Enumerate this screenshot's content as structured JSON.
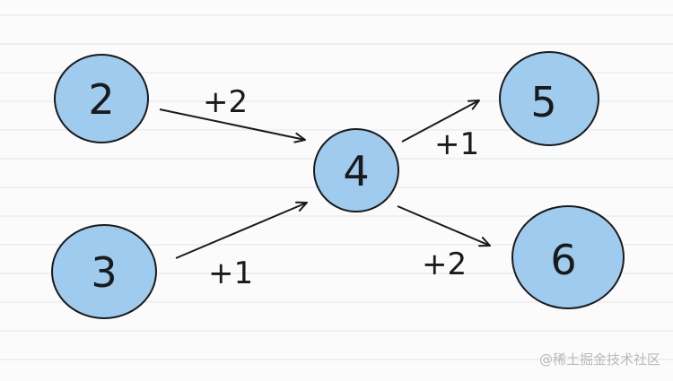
{
  "colors": {
    "background": "#fbfbfb",
    "rule_line": "#e2e4e7",
    "node_fill": "#9ecbee",
    "node_stroke": "#1a1a1a",
    "edge": "#1a1a1a",
    "watermark": "#b9b9b9"
  },
  "nodes": [
    {
      "id": "n2",
      "label": "2"
    },
    {
      "id": "n3",
      "label": "3"
    },
    {
      "id": "n4",
      "label": "4"
    },
    {
      "id": "n5",
      "label": "5"
    },
    {
      "id": "n6",
      "label": "6"
    }
  ],
  "edges": [
    {
      "from": "2",
      "to": "4",
      "label": "+2"
    },
    {
      "from": "3",
      "to": "4",
      "label": "+1"
    },
    {
      "from": "4",
      "to": "5",
      "label": "+1"
    },
    {
      "from": "4",
      "to": "6",
      "label": "+2"
    }
  ],
  "watermark": "@稀土掘金技术社区"
}
